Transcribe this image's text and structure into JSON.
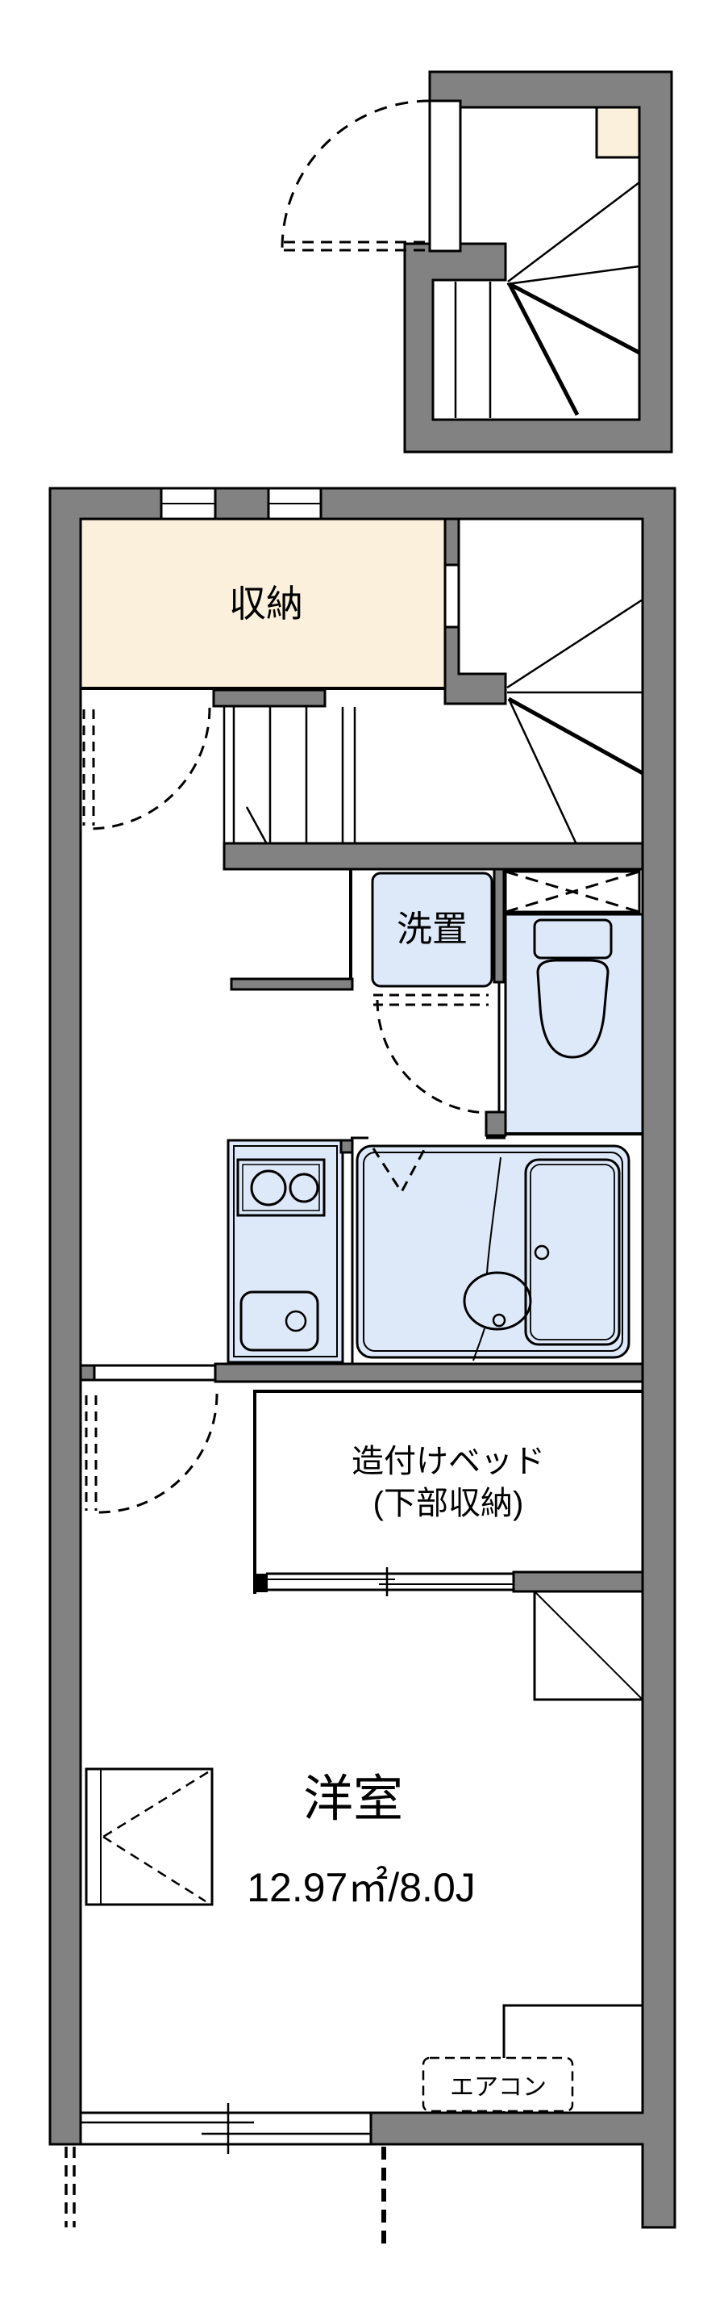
{
  "floorplan": {
    "colors": {
      "wall": "#828282",
      "storage": "#FAF0DB",
      "fixture": "#DDE8F8",
      "line": "#000000",
      "background": "#FFFFFF"
    },
    "labels": {
      "storage": "収納",
      "laundry": "洗置",
      "bed_line1": "造付けベッド",
      "bed_line2": "(下部収納)",
      "room": "洋室",
      "room_area": "12.97㎡/8.0J",
      "aircon": "エアコン"
    },
    "symbols": [
      "entrance-door-swing",
      "staircase-winder",
      "overhead-shelf-x",
      "toilet",
      "bathtub",
      "wash-basin",
      "stove-burners",
      "kitchen-sink",
      "folding-bath-door",
      "sliding-window",
      "refrigerator-space",
      "aircon-box"
    ]
  }
}
